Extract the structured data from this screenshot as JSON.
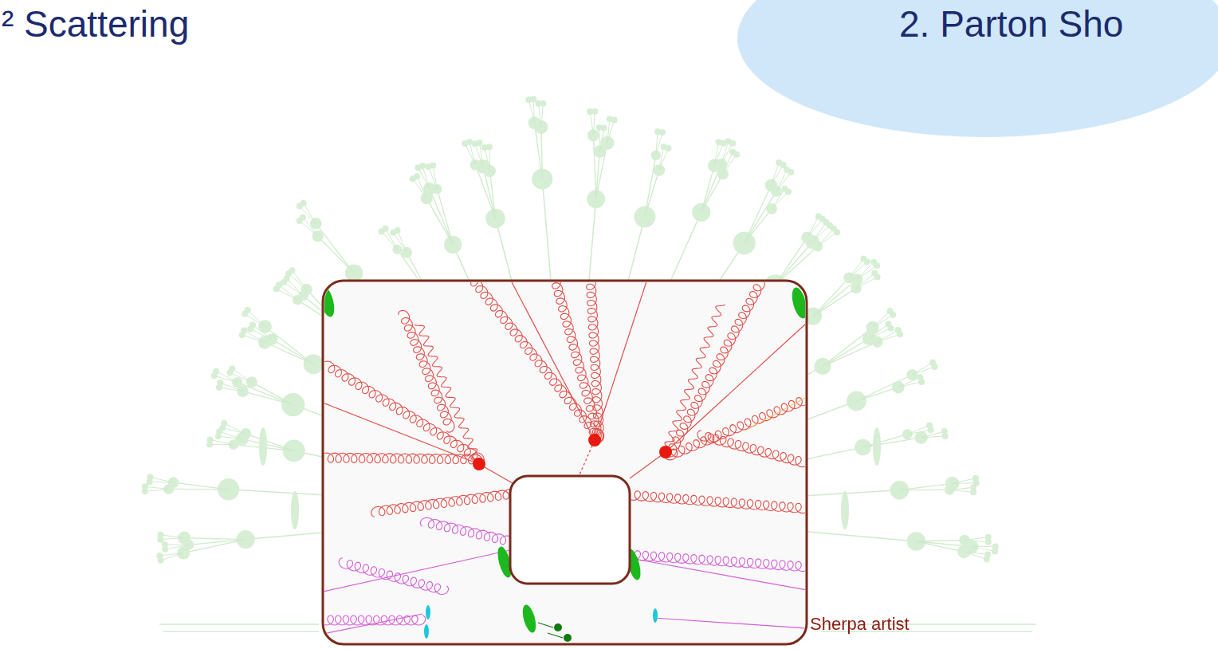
{
  "diagram": {
    "labels": [
      "² Scattering",
      "2. Parton Sho",
      "Sherpa artist"
    ]
  }
}
